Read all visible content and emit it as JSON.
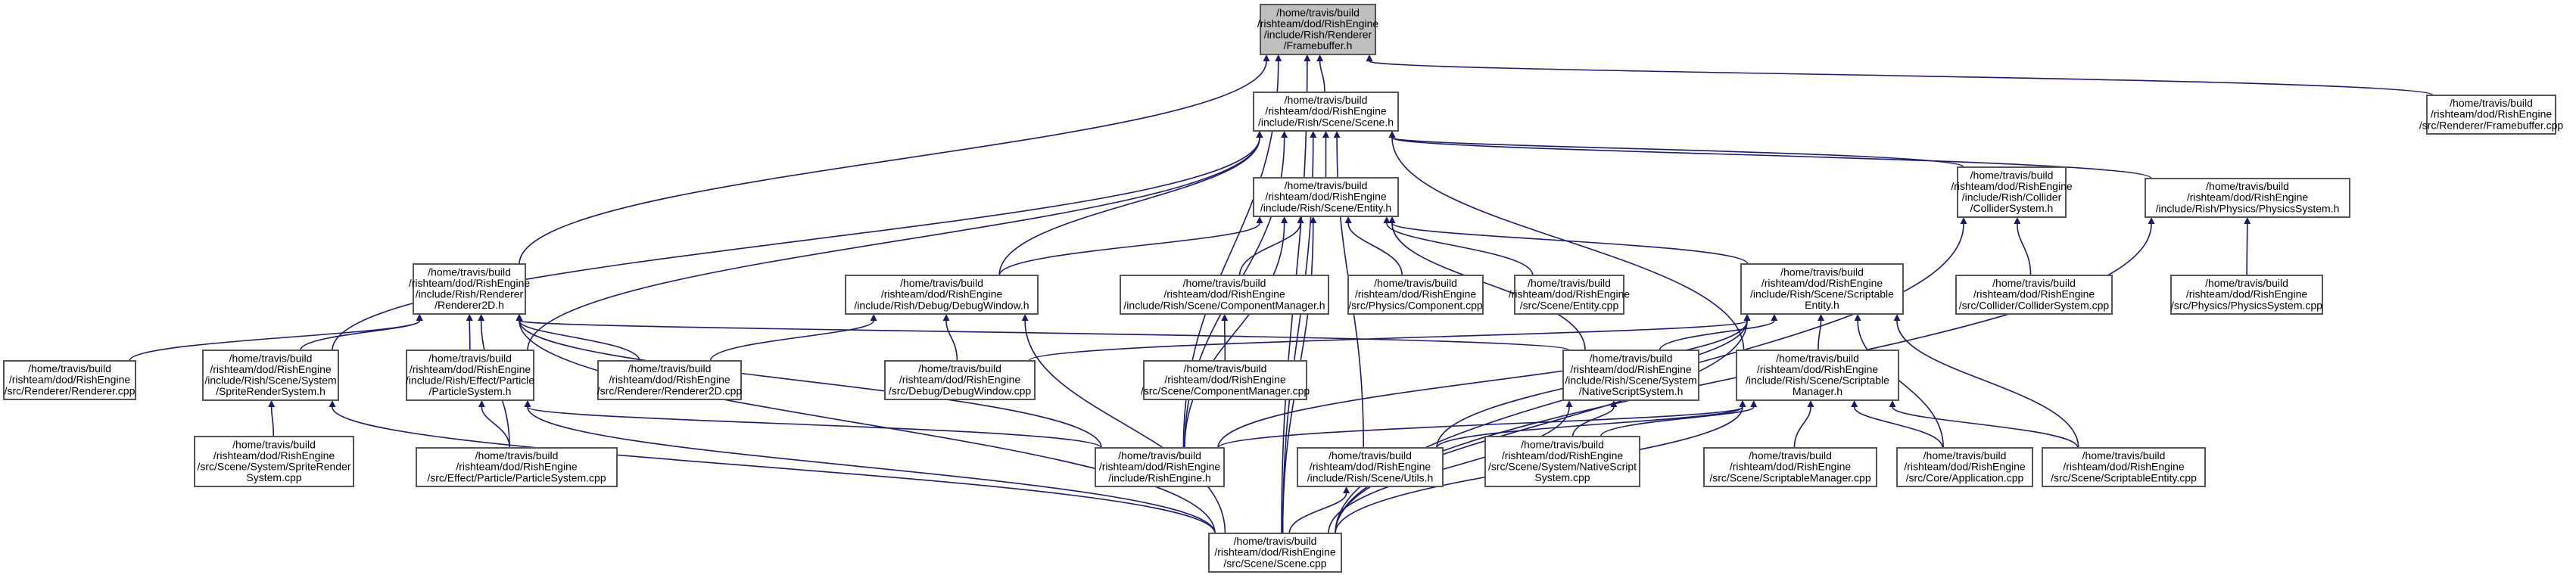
{
  "colors": {
    "edge": "#191970",
    "node_fill": "#ffffff",
    "focus_fill": "#bfbfbf",
    "node_border": "#555555"
  },
  "nodes": [
    {
      "id": "fb_h",
      "lines": [
        "/home/travis/build",
        "/rishteam/dod/RishEngine",
        "/include/Rish/Renderer",
        "/Framebuffer.h"
      ],
      "focus": true
    },
    {
      "id": "scene_h",
      "lines": [
        "/home/travis/build",
        "/rishteam/dod/RishEngine",
        "/include/Rish/Scene/Scene.h"
      ]
    },
    {
      "id": "fb_cpp",
      "lines": [
        "/home/travis/build",
        "/rishteam/dod/RishEngine",
        "/src/Renderer/Framebuffer.cpp"
      ]
    },
    {
      "id": "entity_h",
      "lines": [
        "/home/travis/build",
        "/rishteam/dod/RishEngine",
        "/include/Rish/Scene/Entity.h"
      ]
    },
    {
      "id": "collider_h",
      "lines": [
        "/home/travis/build",
        "/rishteam/dod/RishEngine",
        "/include/Rish/Collider",
        "/ColliderSystem.h"
      ]
    },
    {
      "id": "physics_h",
      "lines": [
        "/home/travis/build",
        "/rishteam/dod/RishEngine",
        "/include/Rish/Physics/PhysicsSystem.h"
      ]
    },
    {
      "id": "r2d_h",
      "lines": [
        "/home/travis/build",
        "/rishteam/dod/RishEngine",
        "/include/Rish/Renderer",
        "/Renderer2D.h"
      ]
    },
    {
      "id": "debug_h",
      "lines": [
        "/home/travis/build",
        "/rishteam/dod/RishEngine",
        "/include/Rish/Debug/DebugWindow.h"
      ]
    },
    {
      "id": "compmgr_h",
      "lines": [
        "/home/travis/build",
        "/rishteam/dod/RishEngine",
        "/include/Rish/Scene/ComponentManager.h"
      ]
    },
    {
      "id": "component_cpp",
      "lines": [
        "/home/travis/build",
        "/rishteam/dod/RishEngine",
        "/src/Physics/Component.cpp"
      ]
    },
    {
      "id": "entity_cpp",
      "lines": [
        "/home/travis/build",
        "/rishteam/dod/RishEngine",
        "/src/Scene/Entity.cpp"
      ]
    },
    {
      "id": "scriptent_h",
      "lines": [
        "/home/travis/build",
        "/rishteam/dod/RishEngine",
        "/include/Rish/Scene/Scriptable",
        "Entity.h"
      ]
    },
    {
      "id": "collider_cpp",
      "lines": [
        "/home/travis/build",
        "/rishteam/dod/RishEngine",
        "/src/Collider/ColliderSystem.cpp"
      ]
    },
    {
      "id": "physics_cpp",
      "lines": [
        "/home/travis/build",
        "/rishteam/dod/RishEngine",
        "/src/Physics/PhysicsSystem.cpp"
      ]
    },
    {
      "id": "renderer_cpp",
      "lines": [
        "/home/travis/build",
        "/rishteam/dod/RishEngine",
        "/src/Renderer/Renderer.cpp"
      ]
    },
    {
      "id": "spriterender_h",
      "lines": [
        "/home/travis/build",
        "/rishteam/dod/RishEngine",
        "/include/Rish/Scene/System",
        "/SpriteRenderSystem.h"
      ]
    },
    {
      "id": "particle_h",
      "lines": [
        "/home/travis/build",
        "/rishteam/dod/RishEngine",
        "/include/Rish/Effect/Particle",
        "/ParticleSystem.h"
      ]
    },
    {
      "id": "r2d_cpp",
      "lines": [
        "/home/travis/build",
        "/rishteam/dod/RishEngine",
        "/src/Renderer/Renderer2D.cpp"
      ]
    },
    {
      "id": "debug_cpp",
      "lines": [
        "/home/travis/build",
        "/rishteam/dod/RishEngine",
        "/src/Debug/DebugWindow.cpp"
      ]
    },
    {
      "id": "compmgr_cpp",
      "lines": [
        "/home/travis/build",
        "/rishteam/dod/RishEngine",
        "/src/Scene/ComponentManager.cpp"
      ]
    },
    {
      "id": "nativescript_h",
      "lines": [
        "/home/travis/build",
        "/rishteam/dod/RishEngine",
        "/include/Rish/Scene/System",
        "/NativeScriptSystem.h"
      ]
    },
    {
      "id": "scriptmgr_h",
      "lines": [
        "/home/travis/build",
        "/rishteam/dod/RishEngine",
        "/include/Rish/Scene/Scriptable",
        "Manager.h"
      ]
    },
    {
      "id": "spriterender_cpp",
      "lines": [
        "/home/travis/build",
        "/rishteam/dod/RishEngine",
        "/src/Scene/System/SpriteRender",
        "System.cpp"
      ]
    },
    {
      "id": "particle_cpp",
      "lines": [
        "/home/travis/build",
        "/rishteam/dod/RishEngine",
        "/src/Effect/Particle/ParticleSystem.cpp"
      ]
    },
    {
      "id": "rishengine_h",
      "lines": [
        "/home/travis/build",
        "/rishteam/dod/RishEngine",
        "/include/RishEngine.h"
      ]
    },
    {
      "id": "utils_h",
      "lines": [
        "/home/travis/build",
        "/rishteam/dod/RishEngine",
        "/include/Rish/Scene/Utils.h"
      ]
    },
    {
      "id": "nativescript_cpp",
      "lines": [
        "/home/travis/build",
        "/rishteam/dod/RishEngine",
        "/src/Scene/System/NativeScript",
        "System.cpp"
      ]
    },
    {
      "id": "scriptmgr_cpp",
      "lines": [
        "/home/travis/build",
        "/rishteam/dod/RishEngine",
        "/src/Scene/ScriptableManager.cpp"
      ]
    },
    {
      "id": "app_cpp",
      "lines": [
        "/home/travis/build",
        "/rishteam/dod/RishEngine",
        "/src/Core/Application.cpp"
      ]
    },
    {
      "id": "scriptent_cpp",
      "lines": [
        "/home/travis/build",
        "/rishteam/dod/RishEngine",
        "/src/Scene/ScriptableEntity.cpp"
      ]
    },
    {
      "id": "scene_cpp",
      "lines": [
        "/home/travis/build",
        "/rishteam/dod/RishEngine",
        "/src/Scene/Scene.cpp"
      ]
    }
  ],
  "edges": [
    [
      "fb_h",
      "scene_h"
    ],
    [
      "fb_h",
      "fb_cpp"
    ],
    [
      "fb_h",
      "r2d_h"
    ],
    [
      "fb_h",
      "rishengine_h"
    ],
    [
      "fb_h",
      "scene_cpp"
    ],
    [
      "scene_h",
      "entity_h"
    ],
    [
      "scene_h",
      "collider_h"
    ],
    [
      "scene_h",
      "physics_h"
    ],
    [
      "scene_h",
      "spriterender_h"
    ],
    [
      "scene_h",
      "particle_h"
    ],
    [
      "scene_h",
      "debug_h"
    ],
    [
      "scene_h",
      "rishengine_h"
    ],
    [
      "scene_h",
      "utils_h"
    ],
    [
      "scene_h",
      "scene_cpp"
    ],
    [
      "scene_h",
      "scriptmgr_h"
    ],
    [
      "entity_h",
      "debug_h"
    ],
    [
      "entity_h",
      "compmgr_h"
    ],
    [
      "entity_h",
      "component_cpp"
    ],
    [
      "entity_h",
      "entity_cpp"
    ],
    [
      "entity_h",
      "scriptent_h"
    ],
    [
      "entity_h",
      "nativescript_h"
    ],
    [
      "entity_h",
      "rishengine_h"
    ],
    [
      "entity_h",
      "scene_cpp"
    ],
    [
      "collider_h",
      "collider_cpp"
    ],
    [
      "collider_h",
      "scene_cpp"
    ],
    [
      "physics_h",
      "physics_cpp"
    ],
    [
      "physics_h",
      "scene_cpp"
    ],
    [
      "r2d_h",
      "renderer_cpp"
    ],
    [
      "r2d_h",
      "spriterender_h"
    ],
    [
      "r2d_h",
      "particle_h"
    ],
    [
      "r2d_h",
      "r2d_cpp"
    ],
    [
      "r2d_h",
      "nativescript_h"
    ],
    [
      "r2d_h",
      "rishengine_h"
    ],
    [
      "r2d_h",
      "particle_cpp"
    ],
    [
      "r2d_h",
      "scene_cpp"
    ],
    [
      "debug_h",
      "r2d_cpp"
    ],
    [
      "debug_h",
      "debug_cpp"
    ],
    [
      "debug_h",
      "scene_cpp"
    ],
    [
      "compmgr_h",
      "compmgr_cpp"
    ],
    [
      "scriptent_h",
      "debug_cpp"
    ],
    [
      "scriptent_h",
      "nativescript_h"
    ],
    [
      "scriptent_h",
      "scriptmgr_h"
    ],
    [
      "scriptent_h",
      "rishengine_h"
    ],
    [
      "scriptent_h",
      "utils_h"
    ],
    [
      "scriptent_h",
      "app_cpp"
    ],
    [
      "scriptent_h",
      "scriptent_cpp"
    ],
    [
      "scriptent_h",
      "scene_cpp"
    ],
    [
      "spriterender_h",
      "spriterender_cpp"
    ],
    [
      "spriterender_h",
      "scene_cpp"
    ],
    [
      "particle_h",
      "particle_cpp"
    ],
    [
      "particle_h",
      "rishengine_h"
    ],
    [
      "particle_h",
      "scene_cpp"
    ],
    [
      "nativescript_h",
      "nativescript_cpp"
    ],
    [
      "nativescript_h",
      "scene_cpp"
    ],
    [
      "scriptmgr_h",
      "rishengine_h"
    ],
    [
      "scriptmgr_h",
      "utils_h"
    ],
    [
      "scriptmgr_h",
      "nativescript_cpp"
    ],
    [
      "scriptmgr_h",
      "scriptmgr_cpp"
    ],
    [
      "scriptmgr_h",
      "app_cpp"
    ],
    [
      "scriptmgr_h",
      "scriptent_cpp"
    ],
    [
      "scriptmgr_h",
      "scene_cpp"
    ],
    [
      "utils_h",
      "scene_cpp"
    ]
  ]
}
